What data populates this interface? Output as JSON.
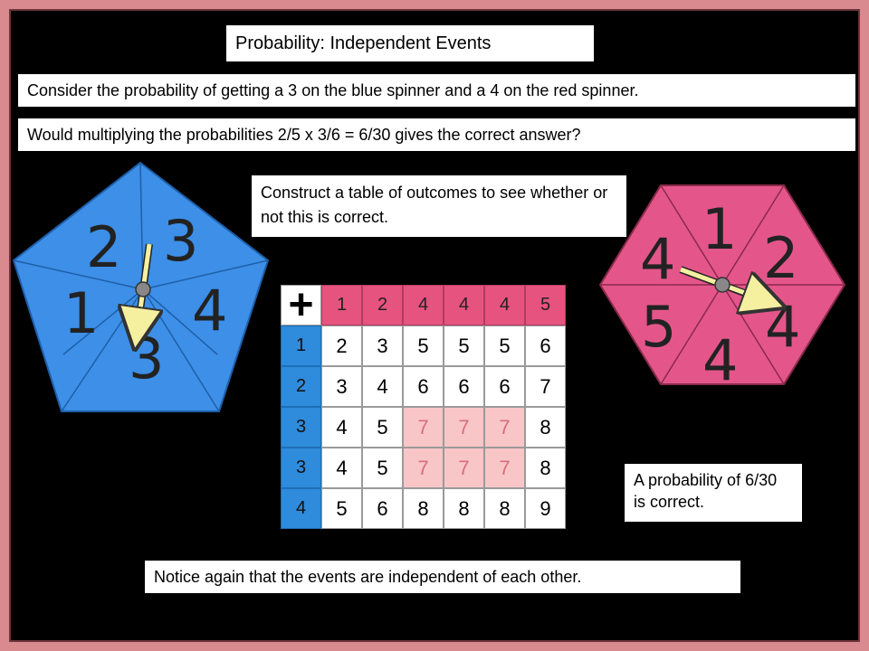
{
  "title": "Probability: Independent Events",
  "line1": "Consider the probability of getting a 3 on the blue spinner and a 4 on the red spinner.",
  "line2": "Would multiplying the probabilities 2/5 x 3/6 = 6/30 gives the correct answer?",
  "construct": "Construct a table of outcomes to see whether or not this is correct.",
  "conclusion": "A probability of 6/30 is correct.",
  "notice": "Notice again that the events are independent of each other.",
  "blue_spinner": {
    "color": "#3d8fe8",
    "numbers": [
      "2",
      "3",
      "1",
      "4",
      "3"
    ]
  },
  "red_spinner": {
    "color": "#e4568a",
    "numbers": [
      "1",
      "2",
      "4",
      "4",
      "5",
      "4"
    ]
  },
  "table": {
    "operator": "+",
    "columns": [
      "1",
      "2",
      "4",
      "4",
      "4",
      "5"
    ],
    "rows": [
      "1",
      "2",
      "3",
      "3",
      "4"
    ],
    "cells": [
      [
        "2",
        "3",
        "5",
        "5",
        "5",
        "6"
      ],
      [
        "3",
        "4",
        "6",
        "6",
        "6",
        "7"
      ],
      [
        "4",
        "5",
        "7",
        "7",
        "7",
        "8"
      ],
      [
        "4",
        "5",
        "7",
        "7",
        "7",
        "8"
      ],
      [
        "5",
        "6",
        "8",
        "8",
        "8",
        "9"
      ]
    ],
    "highlight_color": "#f9c6c8"
  }
}
